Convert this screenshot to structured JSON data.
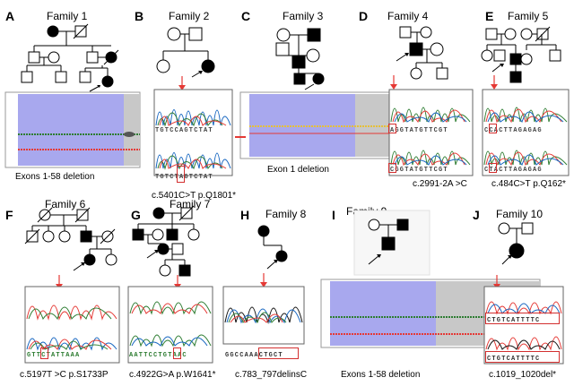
{
  "panels": [
    {
      "letter": "A",
      "family": "Family 1",
      "caption": "Exons 1-58 deletion"
    },
    {
      "letter": "B",
      "family": "Family 2",
      "caption": "c.5401C>T  p.Q1801*"
    },
    {
      "letter": "C",
      "family": "Family 3",
      "caption": "Exon 1 deletion"
    },
    {
      "letter": "D",
      "family": "Family 4",
      "caption": "c.2991-2A >C"
    },
    {
      "letter": "E",
      "family": "Family 5",
      "caption": "c.484C>T  p.Q162*"
    },
    {
      "letter": "F",
      "family": "Family 6",
      "caption": "c.5197T >C  p.S1733P"
    },
    {
      "letter": "G",
      "family": "Family 7",
      "caption": "c.4922G>A  p.W1641*"
    },
    {
      "letter": "H",
      "family": "Family 8",
      "caption": "c.783_797delinsC"
    },
    {
      "letter": "I",
      "family": "Family 9",
      "caption": "Exons 1-58 deletion"
    },
    {
      "letter": "J",
      "family": "Family 10",
      "caption": "c.1019_1020del*"
    }
  ],
  "sequences": {
    "B_top": "TGTCCAGTCTAT",
    "B_bot": "TGTCTAGTCTAT",
    "D_top": "AGGTATGTTCGT",
    "D_bot": "CGGTATGTTCGT",
    "E_top": "CCACTTAGAGAG",
    "E_bot": "CTACTTAGAGAG",
    "F": "GTTCTATTAAA",
    "G": "AATTCCTGTAAC",
    "H": "GGCCAAACTGCT",
    "J_top": "CTGTCATTTTC",
    "J_bot": "CTGTCATTTTC"
  },
  "colors": {
    "mutation_arrow": "#e53935",
    "highlight_box": "#d32f2f",
    "array_bg": "#a8a8ee",
    "array_gray": "#c8c8c8"
  }
}
